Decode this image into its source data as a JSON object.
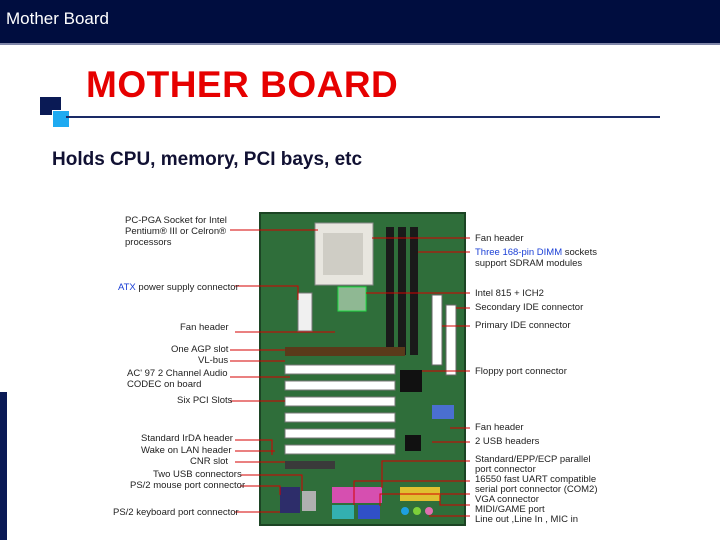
{
  "window": {
    "title": "Mother Board"
  },
  "slide": {
    "title": "MOTHER BOARD",
    "bullet": "Holds CPU, memory, PCI bays, etc"
  },
  "colors": {
    "titlebar": "#000d3f",
    "title_red": "#e60000",
    "accent_cyan": "#1eaaf1",
    "board_green": "#2f6e3a"
  },
  "labels_left": [
    {
      "text": "PC-PGA Socket for Intel"
    },
    {
      "text": "Pentium® III or Celron®"
    },
    {
      "text": "processors"
    },
    {
      "text": "power supply connector",
      "prefix": "ATX"
    },
    {
      "text": "Fan header"
    },
    {
      "text": "One AGP slot"
    },
    {
      "text": "VL-bus"
    },
    {
      "text": "AC' 97 2 Channel Audio"
    },
    {
      "text": "CODEC on board"
    },
    {
      "text": "Six PCI Slots"
    },
    {
      "text": "Standard IrDA header"
    },
    {
      "text": "Wake on LAN header"
    },
    {
      "text": "CNR slot"
    },
    {
      "text": "Two USB connectors"
    },
    {
      "text": "PS/2 mouse port connector"
    },
    {
      "text": "PS/2 keyboard port connector"
    }
  ],
  "labels_right": [
    {
      "text": "Fan header"
    },
    {
      "text": "Three 168-pin DIMM",
      "suffix": "sockets"
    },
    {
      "text": "support SDRAM modules"
    },
    {
      "text": "Intel 815 + ICH2"
    },
    {
      "text": "Secondary IDE connector"
    },
    {
      "text": "Primary IDE connector"
    },
    {
      "text": "Floppy port connector"
    },
    {
      "text": "Fan header"
    },
    {
      "text": "2 USB headers"
    },
    {
      "text": "Standard/EPP/ECP parallel"
    },
    {
      "text": "port connector"
    },
    {
      "text": "16550 fast UART compatible"
    },
    {
      "text": "serial port connector (COM2)"
    },
    {
      "text": "VGA connector"
    },
    {
      "text": "MIDI/GAME port"
    },
    {
      "text": "Line out ,Line In , MIC in"
    }
  ]
}
